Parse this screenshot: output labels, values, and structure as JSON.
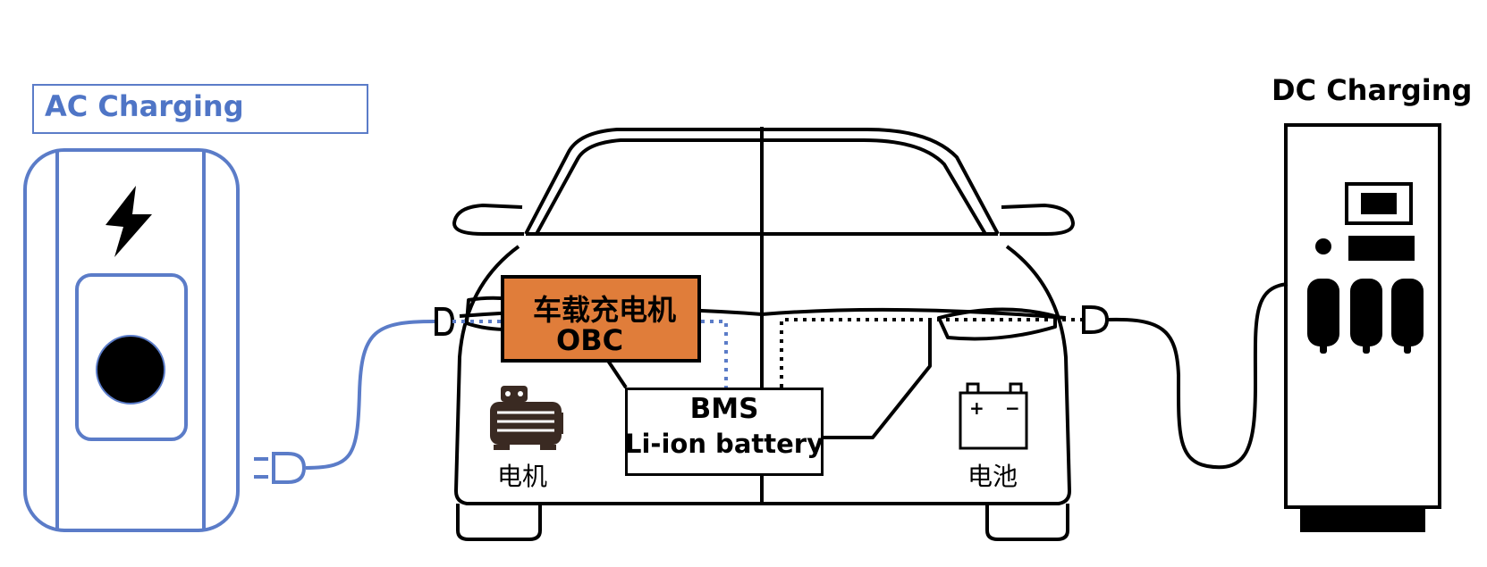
{
  "ac_charging": {
    "title": "AC Charging",
    "accent_color": "#4f75c6"
  },
  "dc_charging": {
    "title": "DC Charging"
  },
  "obc": {
    "label_cn": "车载充电机",
    "label_en": "OBC",
    "fill_color": "#e07d3a"
  },
  "bms": {
    "line1": "BMS",
    "line2": "Li-ion battery"
  },
  "motor": {
    "label": "电机",
    "icon": "motor-icon"
  },
  "aux_battery": {
    "label": "电池",
    "icon": "battery-icon",
    "plus": "+",
    "minus": "−"
  },
  "icons": {
    "lightning": "lightning-icon",
    "ac_plug": "ac-plug-icon",
    "dc_plug": "dc-plug-icon"
  }
}
